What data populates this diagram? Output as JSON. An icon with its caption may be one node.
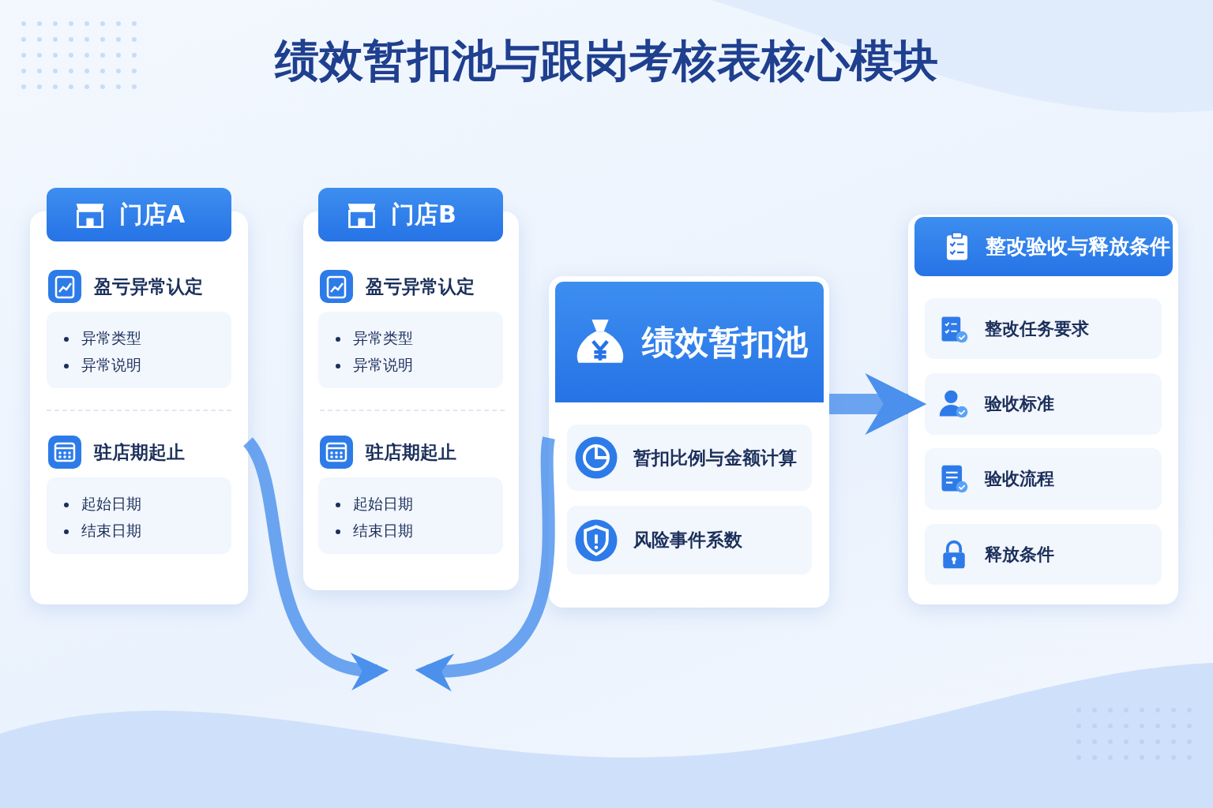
{
  "diagram": {
    "title": "绩效暂扣池与跟岗考核表核心模块",
    "nodes": [
      {
        "text": [
          "门店A"
        ]
      },
      {
        "text": [
          "盈亏异常认定",
          "异常类型",
          "异常说明"
        ],
        "in": 0
      },
      {
        "text": [
          "驻店期起止",
          "起始日期",
          "结束日期"
        ],
        "in": 0
      },
      {
        "text": [
          "门店B"
        ]
      },
      {
        "text": [
          "盈亏异常认定",
          "异常类型",
          "异常说明"
        ],
        "in": 3
      },
      {
        "text": [
          "驻店期起止",
          "起始日期",
          "结束日期"
        ],
        "in": 3
      },
      {
        "text": [
          "绩效暂扣池"
        ]
      },
      {
        "text": [
          "暂扣比例与金额计算"
        ],
        "in": 6
      },
      {
        "text": [
          "风险事件系数"
        ],
        "in": 6
      },
      {
        "text": [
          "整改验收与释放条件"
        ]
      },
      {
        "text": [
          "整改任务要求"
        ],
        "in": 9
      },
      {
        "text": [
          "验收标准"
        ],
        "in": 9
      },
      {
        "text": [
          "验收流程"
        ],
        "in": 9
      },
      {
        "text": [
          "释放条件"
        ],
        "in": 9
      }
    ],
    "edges": [
      {
        "from": 0,
        "to": null,
        "arrow": "to"
      },
      {
        "from": 6,
        "to": null,
        "arrow": "to"
      },
      {
        "from": 6,
        "to": 9,
        "arrow": "to"
      }
    ]
  }
}
